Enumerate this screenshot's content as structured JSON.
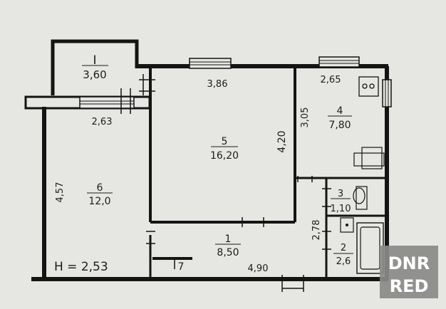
{
  "plan": {
    "rooms": [
      {
        "id": "balcony",
        "number": "I",
        "area": "3,60"
      },
      {
        "id": "room5",
        "number": "5",
        "area": "16,20"
      },
      {
        "id": "kitchen",
        "number": "4",
        "area": "7,80"
      },
      {
        "id": "room6",
        "number": "6",
        "area": "12,0"
      },
      {
        "id": "hall",
        "number": "1",
        "area": "8,50"
      },
      {
        "id": "toilet",
        "number": "3",
        "area": "1,10"
      },
      {
        "id": "bath",
        "number": "2",
        "area": "2,6"
      },
      {
        "id": "closet",
        "number": "7"
      }
    ],
    "dimensions": {
      "room5_width": "3,86",
      "kitchen_width": "2,65",
      "room6_width": "2,63",
      "kitchen_depth": "3,05",
      "room5_depth": "4,20",
      "room6_depth": "4,57",
      "bath_depth": "2,78",
      "hall_width": "4,90"
    },
    "ceiling_height": "H = 2,53"
  },
  "watermark": {
    "line1": "DNR",
    "line2": "RED"
  },
  "colors": {
    "paper": "#e6e6e3",
    "wall": "#141414",
    "watermark_bg": "#8a8a88",
    "watermark_text": "#ffffff"
  }
}
